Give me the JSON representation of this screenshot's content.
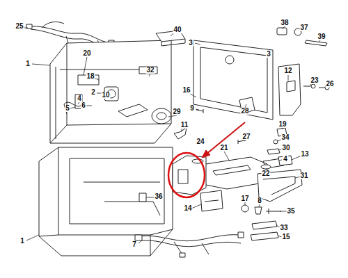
{
  "diagram": {
    "labels": [
      "25",
      "40",
      "38",
      "37",
      "39",
      "3",
      "1",
      "20",
      "3",
      "18",
      "32",
      "12",
      "23",
      "26",
      "2",
      "10",
      "16",
      "4",
      "6",
      "5",
      "9",
      "29",
      "28",
      "11",
      "19",
      "27",
      "34",
      "30",
      "24",
      "21",
      "13",
      "4",
      "22",
      "31",
      "36",
      "17",
      "8",
      "14",
      "35",
      "33",
      "1",
      "15",
      "7"
    ]
  }
}
